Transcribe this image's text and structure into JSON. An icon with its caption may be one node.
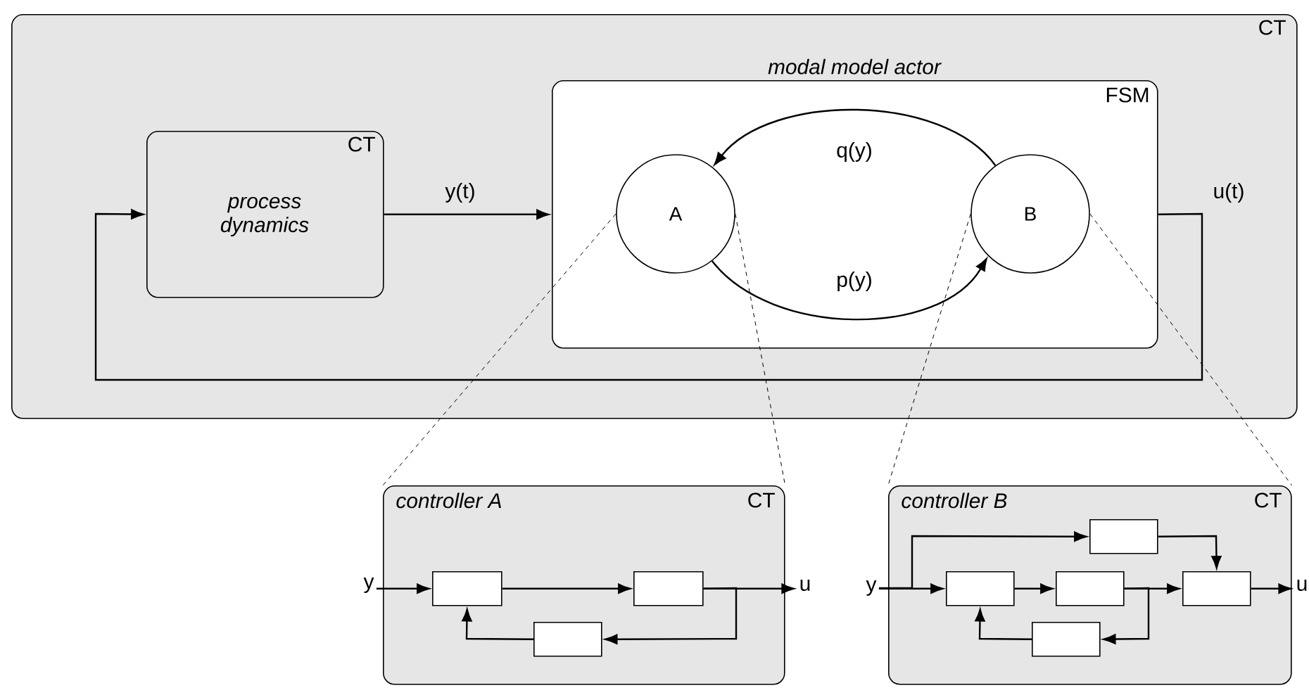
{
  "diagram": {
    "nodes": [
      {
        "text": [
          "CT"
        ]
      },
      {
        "text": [
          "CT",
          "process dynamics"
        ],
        "in": 0
      },
      {
        "text": [
          "modal model actor",
          "FSM"
        ],
        "in": 0
      },
      {
        "text": [
          "A"
        ],
        "in": 2
      },
      {
        "text": [
          "B"
        ],
        "in": 2
      },
      {
        "text": [
          "controller A",
          "CT"
        ]
      },
      {
        "text": [],
        "shape": "box",
        "in": 5
      },
      {
        "text": [],
        "shape": "box",
        "in": 5
      },
      {
        "text": [],
        "shape": "box",
        "in": 5
      },
      {
        "text": [
          "y"
        ]
      },
      {
        "text": [
          "u"
        ]
      },
      {
        "text": [
          "controller B",
          "CT"
        ]
      },
      {
        "text": [],
        "shape": "box",
        "in": 11
      },
      {
        "text": [],
        "shape": "box",
        "in": 11
      },
      {
        "text": [],
        "shape": "box",
        "in": 11
      },
      {
        "text": [],
        "shape": "box",
        "in": 11
      },
      {
        "text": [],
        "shape": "box",
        "in": 11
      },
      {
        "text": [
          "y"
        ]
      },
      {
        "text": [
          "u"
        ]
      }
    ],
    "edges": [
      {
        "from": 1,
        "to": 2,
        "arrow": "to",
        "label": "y(t)"
      },
      {
        "from": 2,
        "to": 1,
        "arrow": "to",
        "label": "u(t)"
      },
      {
        "from": 4,
        "to": 3,
        "arrow": "to",
        "label": "q(y)"
      },
      {
        "from": 3,
        "to": 4,
        "arrow": "to",
        "label": "p(y)"
      },
      {
        "from": 3,
        "to": 5,
        "arrow": "none",
        "style": "dashed"
      },
      {
        "from": 3,
        "to": 5,
        "arrow": "none",
        "style": "dashed"
      },
      {
        "from": 4,
        "to": 11,
        "arrow": "none",
        "style": "dashed"
      },
      {
        "from": 4,
        "to": 11,
        "arrow": "none",
        "style": "dashed"
      },
      {
        "from": 9,
        "to": 6,
        "arrow": "to"
      },
      {
        "from": 6,
        "to": 7,
        "arrow": "to"
      },
      {
        "from": 7,
        "to": 10,
        "arrow": "to"
      },
      {
        "from": 7,
        "to": 8,
        "arrow": "to"
      },
      {
        "from": 8,
        "to": 6,
        "arrow": "to"
      },
      {
        "from": 17,
        "to": 13,
        "arrow": "to"
      },
      {
        "from": 17,
        "to": 12,
        "arrow": "to"
      },
      {
        "from": 13,
        "to": 14,
        "arrow": "to"
      },
      {
        "from": 14,
        "to": 15,
        "arrow": "to"
      },
      {
        "from": 14,
        "to": 16,
        "arrow": "to"
      },
      {
        "from": 16,
        "to": 13,
        "arrow": "to"
      },
      {
        "from": 12,
        "to": 15,
        "arrow": "to"
      },
      {
        "from": 15,
        "to": 18,
        "arrow": "to"
      }
    ]
  }
}
